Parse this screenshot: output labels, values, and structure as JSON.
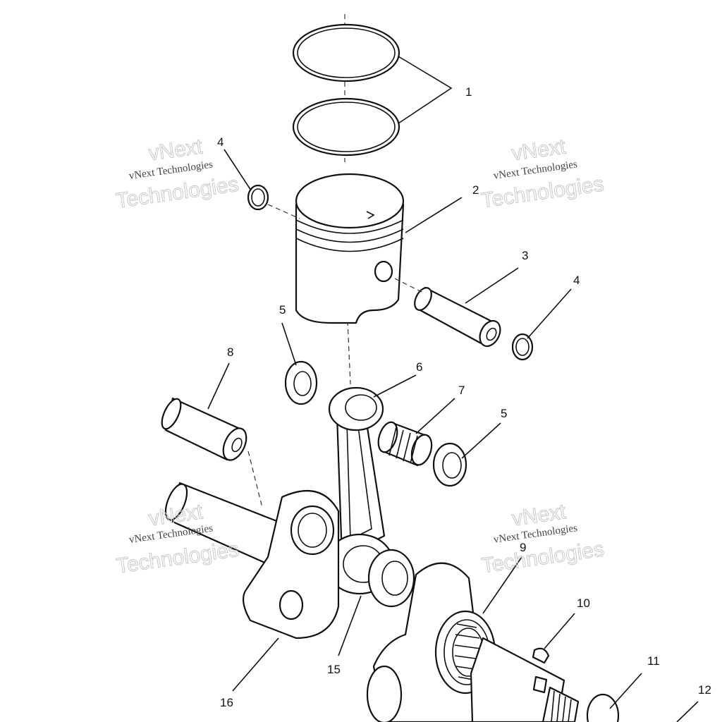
{
  "watermarks": [
    {
      "brand": "vNext",
      "line": "vNext Technologies",
      "big": "Technologies"
    },
    {
      "brand": "vNext",
      "line": "vNext Technologies",
      "big": "Technologies"
    },
    {
      "brand": "vNext",
      "line": "vNext Technologies",
      "big": "Technologies"
    },
    {
      "brand": "vNext",
      "line": "vNext Technologies",
      "big": "Technologies"
    }
  ],
  "callouts": {
    "piston_rings": "1",
    "piston": "2",
    "piston_pin": "3",
    "circlip_left": "4",
    "circlip_right": "4",
    "washer_upper": "5",
    "washer_lower": "5",
    "connecting_rod": "6",
    "needle_bearing": "7",
    "crank_pin": "8",
    "main_bearing": "9",
    "woodruff_key": "10",
    "washer_11": "11",
    "nut_12": "12",
    "bearing_15": "15",
    "crank_web": "16"
  }
}
